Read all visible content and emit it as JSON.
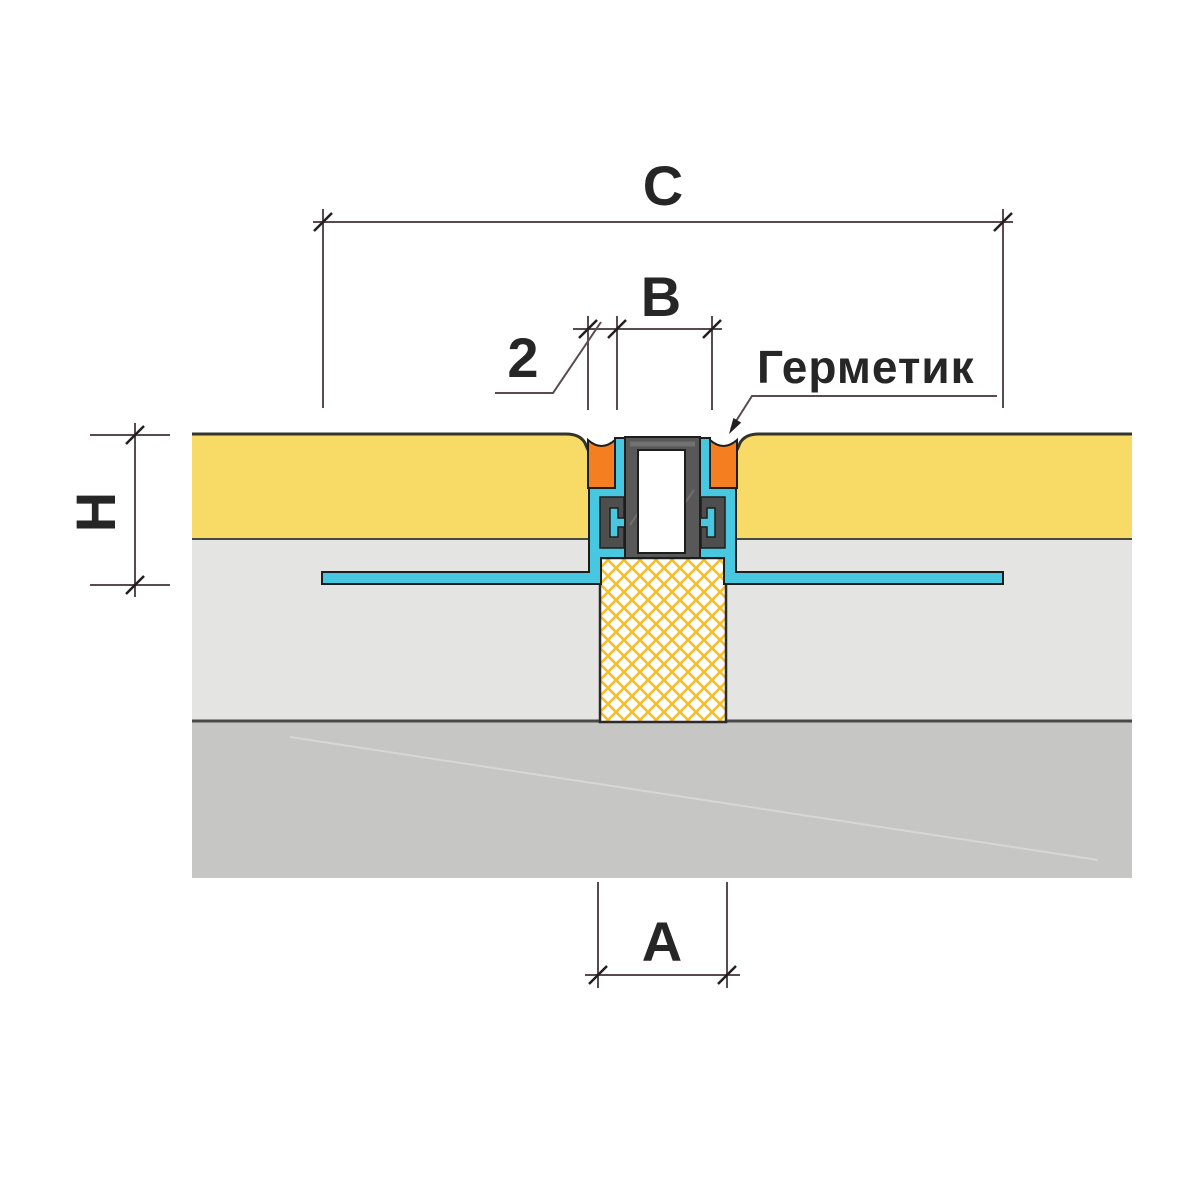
{
  "diagram": {
    "dimensions": {
      "c": "C",
      "b": "B",
      "gap": "2",
      "h": "H",
      "a": "A"
    },
    "callouts": {
      "sealant": "Герметик"
    },
    "colors": {
      "screed": "#F8DA67",
      "slab": "#E4E4E2",
      "base": "#C6C6C4",
      "cyan": "#47C8E0",
      "orange": "#F57E20",
      "profile_dark": "#585858",
      "anchor_dark": "#4E4E4E",
      "slot": "#FFFFFF",
      "filler_bg": "#FFFFFF",
      "filler_hatch": "#F6C02D",
      "outline": "#1E1E1E",
      "surface_line": "#35342C",
      "layer_line": "#4A4941",
      "dimension": "#5A4A50",
      "tick": "#241D20",
      "text": "#262626"
    }
  }
}
